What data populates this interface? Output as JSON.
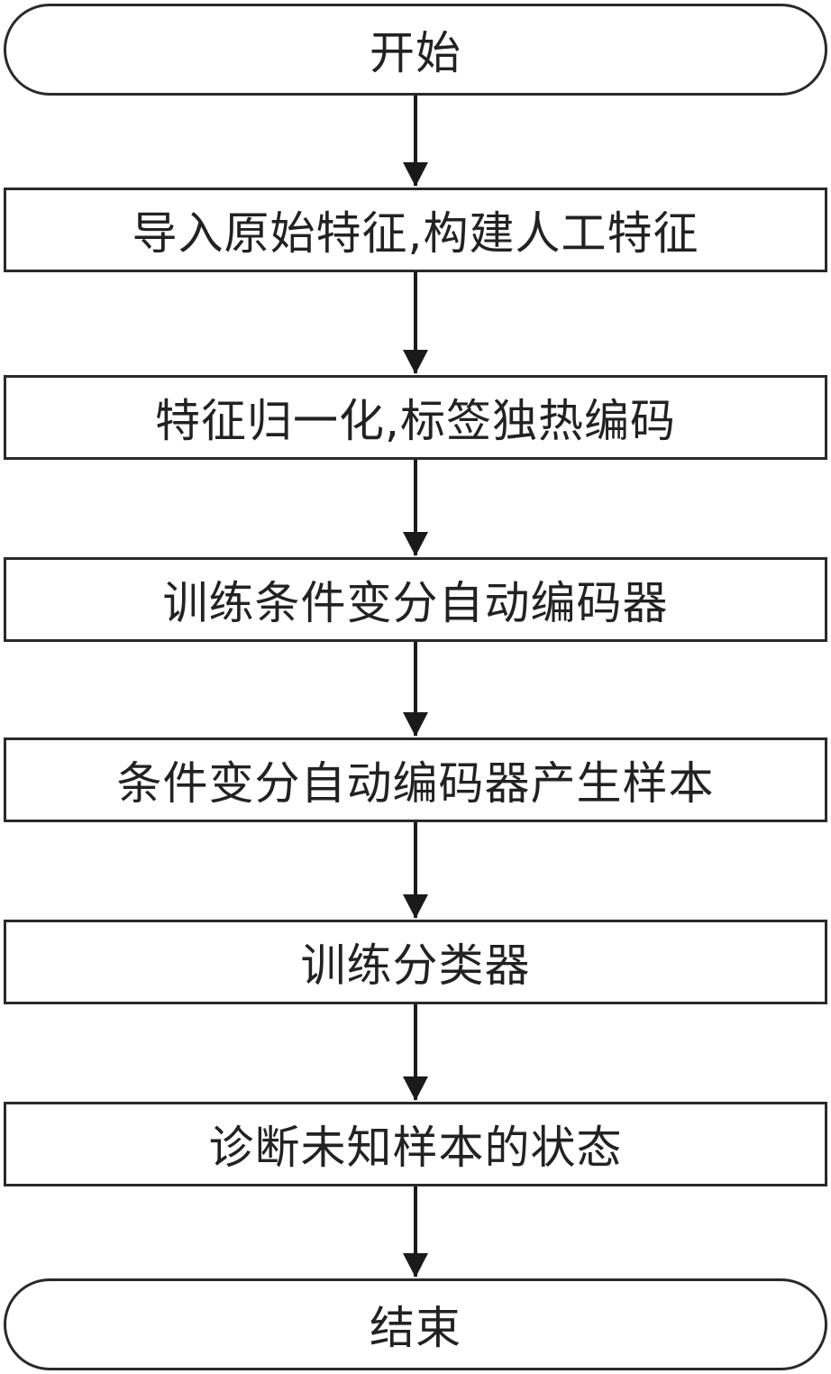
{
  "flowchart": {
    "start": "开始",
    "steps": [
      "导入原始特征,构建人工特征",
      "特征归一化,标签独热编码",
      "训练条件变分自动编码器",
      "条件变分自动编码器产生样本",
      "训练分类器",
      "诊断未知样本的状态"
    ],
    "end": "结束"
  },
  "colors": {
    "stroke": "#2a2a2a",
    "text": "#222222",
    "background": "#ffffff"
  }
}
